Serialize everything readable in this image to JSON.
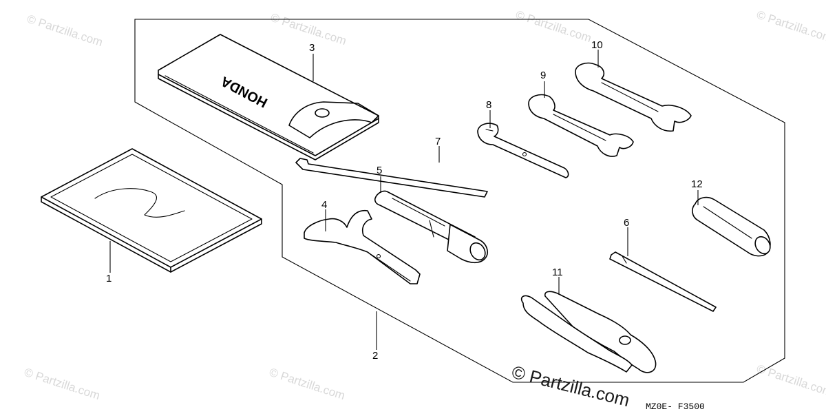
{
  "diagram": {
    "callouts": [
      {
        "id": "1",
        "label": "1"
      },
      {
        "id": "2",
        "label": "2"
      },
      {
        "id": "3",
        "label": "3"
      },
      {
        "id": "4",
        "label": "4"
      },
      {
        "id": "5",
        "label": "5"
      },
      {
        "id": "6",
        "label": "6"
      },
      {
        "id": "7",
        "label": "7"
      },
      {
        "id": "8",
        "label": "8"
      },
      {
        "id": "9",
        "label": "9"
      },
      {
        "id": "10",
        "label": "10"
      },
      {
        "id": "11",
        "label": "11"
      },
      {
        "id": "12",
        "label": "12"
      }
    ],
    "pouch_brand": "HONDA",
    "drawing_code": "MZ0E- F3500",
    "watermark_main": "© Partzilla.com",
    "watermark_faint": "© Partzilla.com",
    "colors": {
      "ink": "#000000",
      "watermark": "#d8d8d8",
      "background": "#ffffff"
    }
  }
}
